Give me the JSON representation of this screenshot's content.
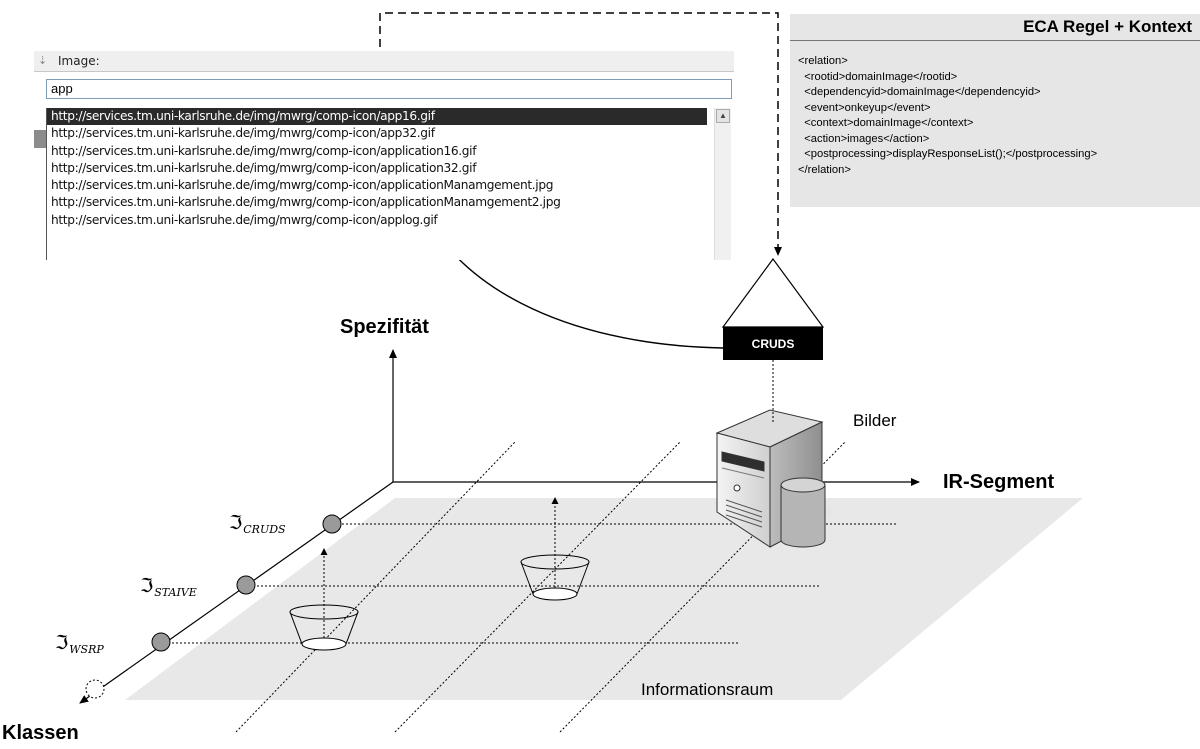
{
  "autocomplete": {
    "header_label": "Image:",
    "input_value": "app",
    "items": [
      "http://services.tm.uni-karlsruhe.de/img/mwrg/comp-icon/app16.gif",
      "http://services.tm.uni-karlsruhe.de/img/mwrg/comp-icon/app32.gif",
      "http://services.tm.uni-karlsruhe.de/img/mwrg/comp-icon/application16.gif",
      "http://services.tm.uni-karlsruhe.de/img/mwrg/comp-icon/application32.gif",
      "http://services.tm.uni-karlsruhe.de/img/mwrg/comp-icon/applicationManamgement.jpg",
      "http://services.tm.uni-karlsruhe.de/img/mwrg/comp-icon/applicationManamgement2.jpg",
      "http://services.tm.uni-karlsruhe.de/img/mwrg/comp-icon/applog.gif"
    ],
    "selected_index": 0
  },
  "eca": {
    "title": "ECA Regel + Kontext",
    "code": "<relation>\n  <rootid>domainImage</rootid>\n  <dependencyid>domainImage</dependencyid>\n  <event>onkeyup</event>\n  <context>domainImage</context>\n  <action>images</action>\n  <postprocessing>displayResponseList();</postprocessing>\n</relation>"
  },
  "diagram": {
    "server_label": "CRUDS",
    "axis_y_label": "Spezifität",
    "axis_x_label": "IR-Segment",
    "axis_z_label": "Klassen",
    "bilder_label": "Bilder",
    "plane_label": "Informationsraum",
    "classes": [
      {
        "symbol": "ℑ",
        "sub": "CRUDS"
      },
      {
        "symbol": "ℑ",
        "sub": "STAIVE"
      },
      {
        "symbol": "ℑ",
        "sub": "WSRP"
      }
    ]
  }
}
